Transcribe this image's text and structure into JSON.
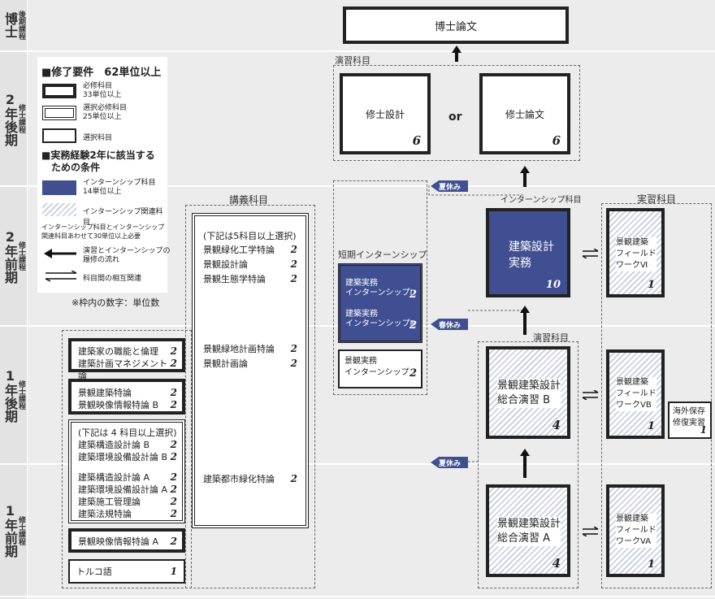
{
  "terms": {
    "doc": {
      "small": "後期課程",
      "big": "博士"
    },
    "m2late": {
      "small": "修士課程",
      "big": "2年後期"
    },
    "m2early": {
      "small": "修士課程",
      "big": "2年前期"
    },
    "m1late": {
      "small": "修士課程",
      "big": "1年後期"
    },
    "m1early": {
      "small": "修士課程",
      "big": "1年前期"
    }
  },
  "legend": {
    "title1": "■修了要件　62単位以上",
    "req": "必修科目\n33単位以上",
    "sel": "選択必修科目\n25単位以上",
    "opt": "選択科目",
    "title2": "■実務経験2年に該当する\n　ための条件",
    "intern": "インターンシップ科目\n14単位以上",
    "intern_rel": "インターンシップ関連科目",
    "note": "インターンシップ科目とインターンシップ\n関連科目あわせて30単位以上必要",
    "flow": "演習とインターンシップの\n履修の流れ",
    "relation": "科目間の相互関連",
    "footnote": "※枠内の数字：単位数"
  },
  "doctoral": {
    "thesis": "博士論文"
  },
  "ensyu_top": {
    "label": "演習科目",
    "design": {
      "name": "修士設計",
      "credit": "6"
    },
    "or": "or",
    "thesis": {
      "name": "修士論文",
      "credit": "6"
    }
  },
  "lecture": {
    "label": "講義科目",
    "note": "(下記は5科目以上選択)",
    "items_a": [
      {
        "name": "景観緑化工学特論",
        "credit": "2"
      },
      {
        "name": "景観設計論",
        "credit": "2"
      },
      {
        "name": "景観生態学特論",
        "credit": "2"
      }
    ],
    "items_b": [
      {
        "name": "景観緑地計画特論",
        "credit": "2"
      },
      {
        "name": "景観計画論",
        "credit": "2"
      }
    ],
    "items_c": [
      {
        "name": "建築都市緑化特論",
        "credit": "2"
      }
    ]
  },
  "left_subjects": {
    "g1": [
      {
        "name": "建築家の職能と倫理",
        "credit": "2"
      },
      {
        "name": "建築計画マネジメント論",
        "credit": "2"
      }
    ],
    "g2": [
      {
        "name": "景観建築特論",
        "credit": "2"
      },
      {
        "name": "景観映像情報特論 B",
        "credit": "2"
      }
    ],
    "g3_note": "(下記は 4 科目以上選択)",
    "g3a": [
      {
        "name": "建築構造設計論 B",
        "credit": "2"
      },
      {
        "name": "建築環境設備設計論 B",
        "credit": "2"
      }
    ],
    "g3b": [
      {
        "name": "建築構造設計論 A",
        "credit": "2"
      },
      {
        "name": "建築環境設備設計論 A",
        "credit": "2"
      },
      {
        "name": "建築施工管理論",
        "credit": "2"
      },
      {
        "name": "建築法規特論",
        "credit": "2"
      }
    ],
    "g4": {
      "name": "景観映像情報特論 A",
      "credit": "2"
    },
    "g5": {
      "name": "トルコ語",
      "credit": "1"
    }
  },
  "short_intern": {
    "label": "短期インターンシップ",
    "items": [
      {
        "name": "建築実務\nインターンシップⅠ",
        "credit": "2"
      },
      {
        "name": "建築実務\nインターンシップⅡ",
        "credit": "2"
      }
    ],
    "keikan": {
      "name": "景観実務\nインターンシップ",
      "credit": "2"
    }
  },
  "intern_subject": {
    "label": "インターンシップ科目",
    "name": "建築設計\n実務",
    "credit": "10"
  },
  "ensyu_mid": {
    "label": "演習科目",
    "b": {
      "name": "景観建築設計\n総合演習 B",
      "credit": "4"
    },
    "a": {
      "name": "景観建築設計\n総合演習 A",
      "credit": "4"
    }
  },
  "jisshu": {
    "label": "実習科目",
    "w6": {
      "name": "景観建築\nフィールド\nワークⅥ",
      "credit": "1"
    },
    "wb": {
      "name": "景観建築\nフィールド\nワークVB",
      "credit": "1"
    },
    "wa": {
      "name": "景観建築\nフィールド\nワークVA",
      "credit": "1"
    },
    "kaigai": {
      "name": "海外保存\n修復実習",
      "credit": "1"
    }
  },
  "vacations": {
    "summer1": "夏休み",
    "spring": "春休み",
    "summer2": "夏休み"
  },
  "colors": {
    "blue": "#3f4f92",
    "border": "#222222",
    "background": "#ececec"
  }
}
